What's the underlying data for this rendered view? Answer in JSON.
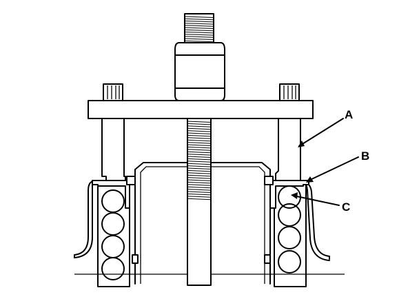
{
  "diagram": {
    "callouts": [
      {
        "id": "A",
        "label": "A",
        "target": "puller-leg"
      },
      {
        "id": "B",
        "label": "B",
        "target": "puller-jaw"
      },
      {
        "id": "C",
        "label": "C",
        "target": "bearing-race"
      }
    ],
    "colors": {
      "line": "#000000",
      "background": "#ffffff"
    }
  }
}
